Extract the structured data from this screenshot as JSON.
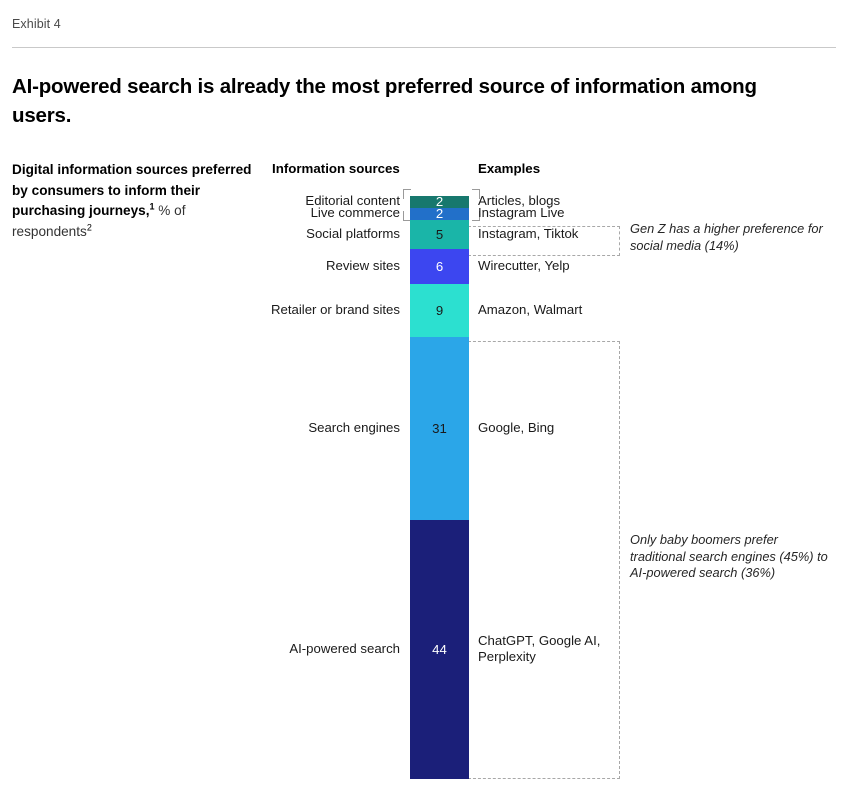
{
  "header": {
    "exhibit_label": "Exhibit 4",
    "title": "AI-powered search is already the most preferred source of information among users."
  },
  "subtitle": {
    "bold_part": "Digital information sources preferred by consumers to inform their purchasing journeys,",
    "bold_sup": "1",
    "regular_part": " % of respondents",
    "regular_sup": "2"
  },
  "columns": {
    "sources_header": "Information sources",
    "examples_header": "Examples"
  },
  "annotations": [
    {
      "name": "gen-z-note",
      "text": "Gen Z has a higher preference for social media (14%)"
    },
    {
      "name": "baby-boomer-note",
      "text": "Only baby boomers prefer traditional search engines (45%) to AI-powered search (36%)"
    }
  ],
  "chart_data": {
    "type": "bar",
    "orientation": "vertical-stacked",
    "title": "AI-powered search is already the most preferred source of information among users.",
    "subtitle": "Digital information sources preferred by consumers to inform their purchasing journeys, % of respondents",
    "xlabel": "",
    "ylabel": "% of respondents",
    "grid": false,
    "legend": "none",
    "total": 99,
    "categories": [
      "Editorial content",
      "Live commerce",
      "Social platforms",
      "Review sites",
      "Retailer or brand sites",
      "Search engines",
      "AI-powered search"
    ],
    "values": [
      2,
      2,
      5,
      6,
      9,
      31,
      44
    ],
    "examples": [
      "Articles, blogs",
      "Instagram Live",
      "Instagram, Tiktok",
      "Wirecutter, Yelp",
      "Amazon, Walmart",
      "Google, Bing",
      "ChatGPT, Google AI, Perplexity"
    ],
    "colors": [
      "#17786e",
      "#2270c9",
      "#1ab5a8",
      "#3c46f0",
      "#2ce0d0",
      "#2ba6e8",
      "#1b1f79"
    ],
    "label_colors": [
      "light",
      "light",
      "dark",
      "light",
      "dark",
      "dark",
      "light"
    ]
  }
}
